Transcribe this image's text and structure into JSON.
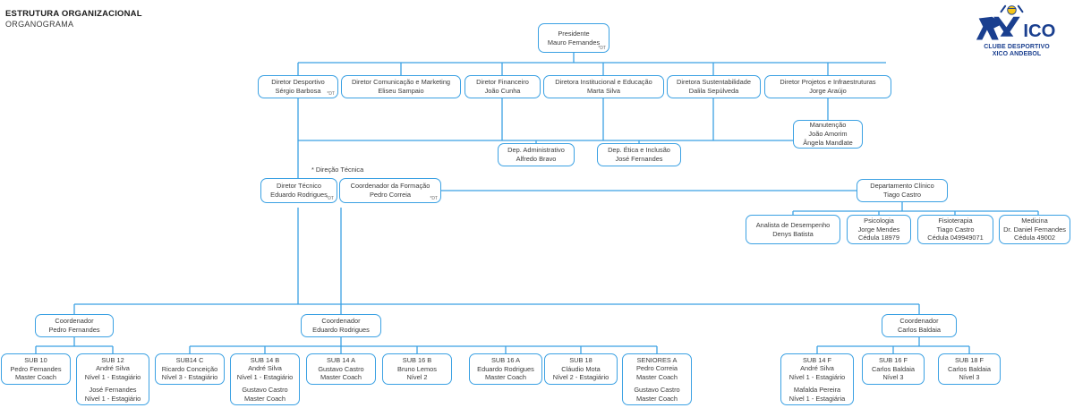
{
  "header": {
    "title": "ESTRUTURA ORGANIZACIONAL",
    "subtitle": "ORGANOGRAMA"
  },
  "logo": {
    "mark": "ICO",
    "line1": "CLUBE DESPORTIVO",
    "line2": "XICO ANDEBOL",
    "blue": "#1a3f8f",
    "yellow": "#f5c518"
  },
  "theme": {
    "line_color": "#3ba1e3",
    "box_border": "#3ba1e3",
    "text_color": "#3a3a3a",
    "background": "#ffffff"
  },
  "annotations": {
    "direcao_tecnica": "*  Direção Técnica",
    "dt_marker": "*DT"
  },
  "nodes": {
    "presidente": {
      "title": "Presidente",
      "name": "Mauro Fernandes",
      "dt": "*DT"
    },
    "dir_desportivo": {
      "title": "Diretor Desportivo",
      "name": "Sérgio Barbosa",
      "dt": "*DT"
    },
    "dir_comunicacao": {
      "title": "Diretor Comunicação e Marketing",
      "name": "Eliseu Sampaio"
    },
    "dir_financeiro": {
      "title": "Diretor Financeiro",
      "name": "João Cunha"
    },
    "dir_institucional": {
      "title": "Diretora Institucional e Educação",
      "name": "Marta Silva"
    },
    "dir_sustentabilidade": {
      "title": "Diretora Sustentabilidade",
      "name": "Dalila Sepúlveda"
    },
    "dir_projetos": {
      "title": "Diretor Projetos e Infraestruturas",
      "name": "Jorge Araújo"
    },
    "manutencao": {
      "title": "Manutenção",
      "name1": "João Amorim",
      "name2": "Ângela Mandlate"
    },
    "dep_administrativo": {
      "title": "Dep. Administrativo",
      "name": "Alfredo Bravo"
    },
    "dep_etica": {
      "title": "Dep. Ética e Inclusão",
      "name": "José Fernandes"
    },
    "dir_tecnico": {
      "title": "Diretor Técnico",
      "name": "Eduardo Rodrigues",
      "dt": "*DT"
    },
    "coord_formacao": {
      "title": "Coordenador da Formação",
      "name": "Pedro Correia",
      "dt": "*DT"
    },
    "dep_clinico": {
      "title": "Departamento Clínico",
      "name": "Tiago Castro"
    },
    "analista": {
      "title": "Analista de Desempenho",
      "name": "Denys Batista"
    },
    "psicologia": {
      "title": "Psicologia",
      "name": "Jorge Mendes",
      "cedula": "Cédula 18979"
    },
    "fisioterapia": {
      "title": "Fisioterapia",
      "name": "Tiago Castro",
      "cedula": "Cédula 049949071"
    },
    "medicina": {
      "title": "Medicina",
      "name": "Dr. Daniel Fernandes",
      "cedula": "Cédula 49002"
    },
    "coord_pedro": {
      "title": "Coordenador",
      "name": "Pedro Fernandes"
    },
    "coord_eduardo": {
      "title": "Coordenador",
      "name": "Eduardo Rodrigues"
    },
    "coord_carlos": {
      "title": "Coordenador",
      "name": "Carlos Baldaia"
    }
  },
  "teams": [
    {
      "id": "sub10",
      "title": "SUB 10",
      "staff": [
        {
          "name": "Pedro Fernandes",
          "role": "Master Coach"
        }
      ]
    },
    {
      "id": "sub12",
      "title": "SUB 12",
      "staff": [
        {
          "name": "André Silva",
          "role": "Nível 1 - Estagiário"
        },
        {
          "name": "José Fernandes",
          "role": "Nível 1 - Estagiário"
        }
      ]
    },
    {
      "id": "sub14c",
      "title": "SUB14 C",
      "staff": [
        {
          "name": "Ricardo Conceição",
          "role": "Nível 3 - Estagiário"
        }
      ]
    },
    {
      "id": "sub14b",
      "title": "SUB 14 B",
      "staff": [
        {
          "name": "André Silva",
          "role": "Nível 1 - Estagiário"
        },
        {
          "name": "Gustavo Castro",
          "role": "Master Coach"
        }
      ]
    },
    {
      "id": "sub14a",
      "title": "SUB 14 A",
      "staff": [
        {
          "name": "Gustavo Castro",
          "role": "Master Coach"
        }
      ]
    },
    {
      "id": "sub16b",
      "title": "SUB 16 B",
      "staff": [
        {
          "name": "Bruno Lemos",
          "role": "Nível 2"
        }
      ]
    },
    {
      "id": "sub16a",
      "title": "SUB 16 A",
      "staff": [
        {
          "name": "Eduardo Rodrigues",
          "role": "Master Coach"
        }
      ]
    },
    {
      "id": "sub18",
      "title": "SUB 18",
      "staff": [
        {
          "name": "Cláudio Mota",
          "role": "Nível 2 - Estagiário"
        }
      ]
    },
    {
      "id": "senioresa",
      "title": "SENIORES A",
      "staff": [
        {
          "name": "Pedro Correia",
          "role": "Master Coach"
        },
        {
          "name": "Gustavo Castro",
          "role": "Master Coach"
        }
      ]
    },
    {
      "id": "sub14f",
      "title": "SUB 14 F",
      "staff": [
        {
          "name": "André Silva",
          "role": "Nível 1 - Estagiário"
        },
        {
          "name": "Mafalda Pereira",
          "role": "Nível 1 - Estagiária"
        }
      ]
    },
    {
      "id": "sub16f",
      "title": "SUB 16 F",
      "staff": [
        {
          "name": "Carlos Baldaia",
          "role": "Nível 3"
        }
      ]
    },
    {
      "id": "sub18f",
      "title": "SUB 18 F",
      "staff": [
        {
          "name": "Carlos Baldaia",
          "role": "Nível 3"
        }
      ]
    }
  ]
}
